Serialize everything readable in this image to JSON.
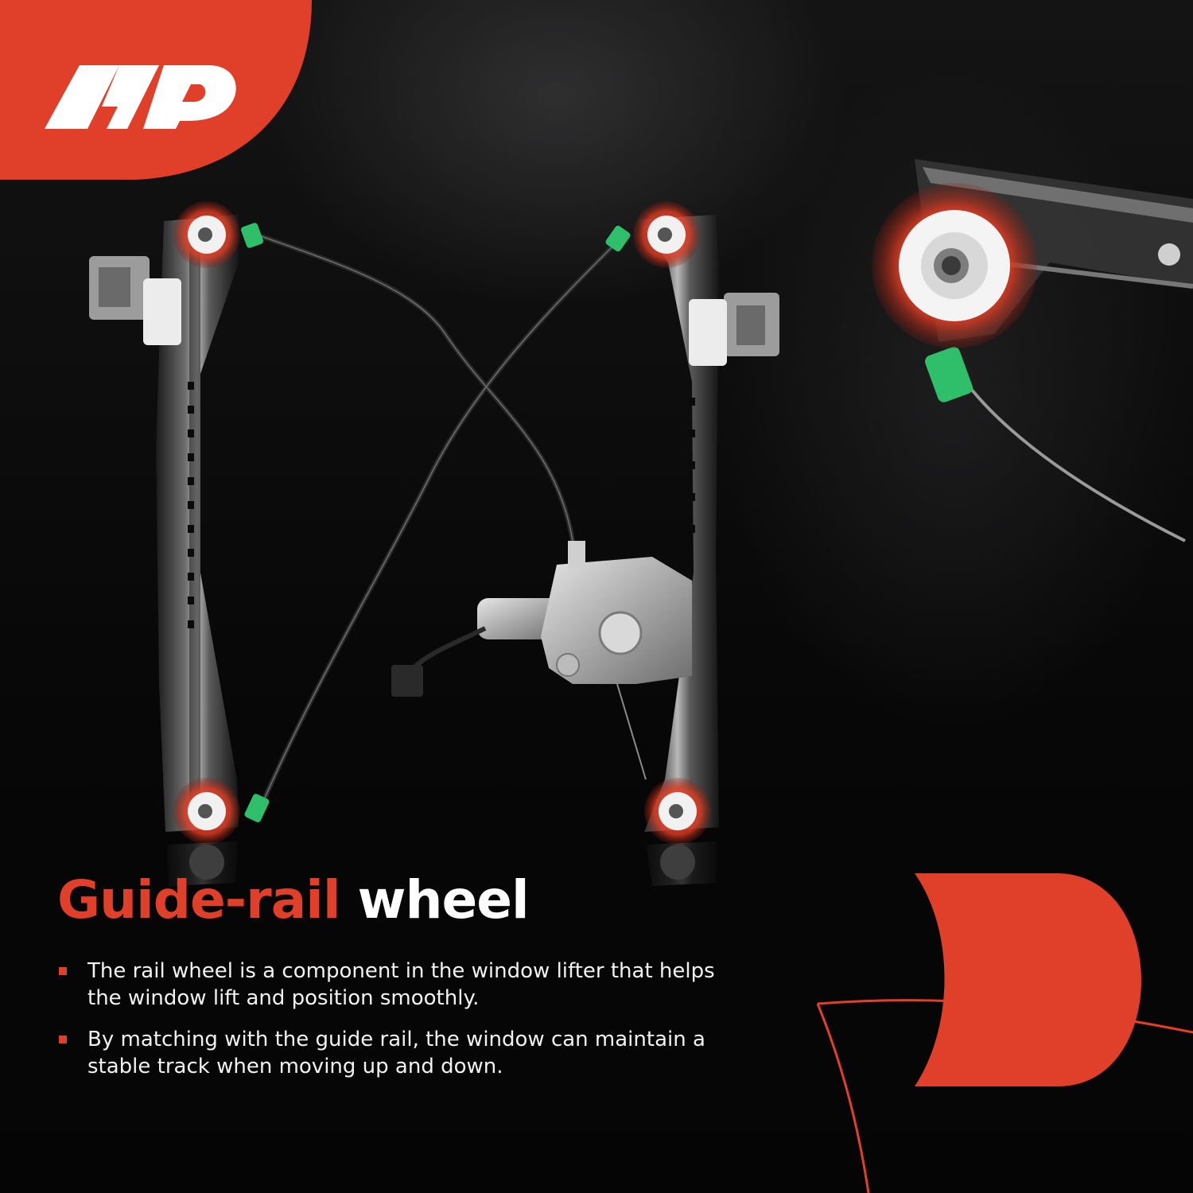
{
  "brand": {
    "logo_name": "A-Premium logo",
    "accent_color": "#e0402a"
  },
  "heading": {
    "accent": "Guide-rail",
    "rest": "wheel"
  },
  "bullets": [
    {
      "text": "The rail wheel is a component in the window lifter that helps the window lift and position smoothly."
    },
    {
      "text": "By matching with the guide rail, the window can maintain a stable track when moving up and down."
    }
  ],
  "colors": {
    "background": "#090909",
    "highlight": "#e0402a",
    "cable_clip": "#2fbf6a"
  }
}
